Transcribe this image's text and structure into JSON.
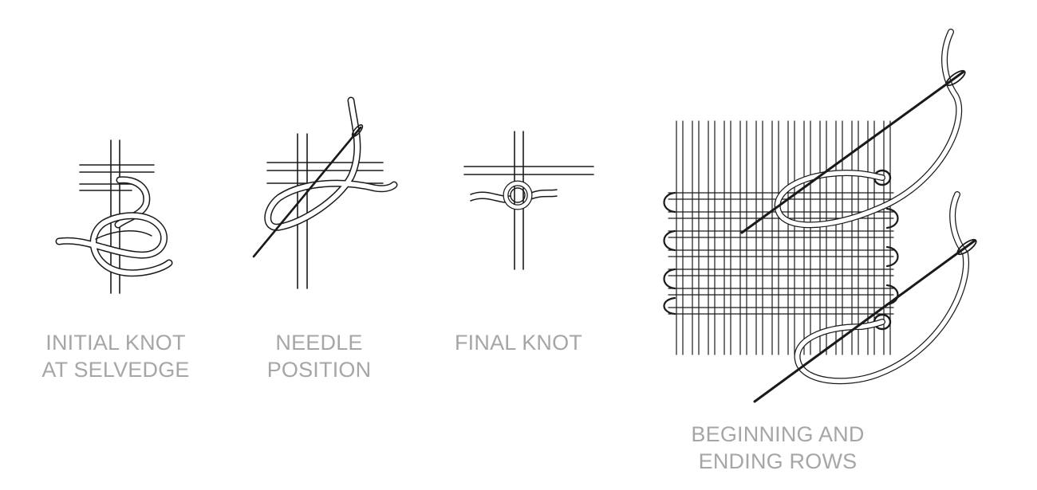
{
  "figures": [
    {
      "id": "initial-knot",
      "caption_lines": [
        "INITIAL KNOT",
        "AT SELVEDGE"
      ]
    },
    {
      "id": "needle-position",
      "caption_lines": [
        "NEEDLE",
        "POSITION"
      ]
    },
    {
      "id": "final-knot",
      "caption_lines": [
        "FINAL KNOT"
      ]
    },
    {
      "id": "beginning-ending-rows",
      "caption_lines": [
        "BEGINNING AND",
        "ENDING ROWS"
      ]
    }
  ],
  "colors": {
    "ink": "#1a1a1a",
    "caption": "#a6a6a6",
    "background": "#ffffff"
  }
}
